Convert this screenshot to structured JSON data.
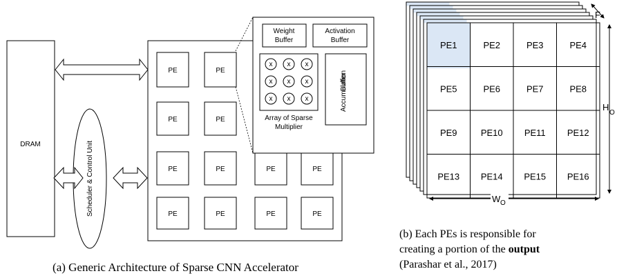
{
  "left_panel": {
    "dram_label": "DRAM",
    "scheduler_label": "Scheduler & Control Unit",
    "pe_label": "PE",
    "weight_buffer": [
      "Weight",
      "Buffer"
    ],
    "activation_buffer": [
      "Activation",
      "Buffer"
    ],
    "accumulation_buffer": [
      "Accumulation",
      "Buffer"
    ],
    "multiplier_symbol": "x",
    "array_caption": [
      "Array of Sparse",
      "Multiplier"
    ],
    "caption": "(a) Generic Architecture of Sparse CNN Accelerator"
  },
  "right_panel": {
    "pes": [
      "PE1",
      "PE2",
      "PE3",
      "PE4",
      "PE5",
      "PE6",
      "PE7",
      "PE8",
      "PE9",
      "PE10",
      "PE11",
      "PE12",
      "PE13",
      "PE14",
      "PE15",
      "PE16"
    ],
    "highlight_color": "#dbe7f5",
    "dim_f": "F",
    "dim_h": "H",
    "dim_h_sub": "O",
    "dim_w": "W",
    "dim_w_sub": "O",
    "caption_lines": {
      "l1": "(b) Each PEs is responsible for",
      "l2_pre": "creating a portion of the ",
      "l2_bold": "output",
      "l3": "(Parashar et al., 2017)"
    }
  }
}
